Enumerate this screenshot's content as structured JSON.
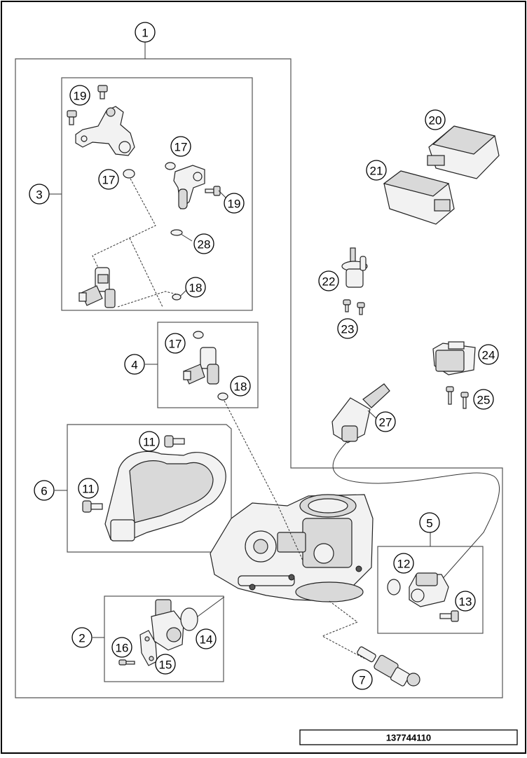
{
  "diagram": {
    "figure_id": "137744110",
    "callouts": [
      {
        "id": "c1",
        "label": "1"
      },
      {
        "id": "c19a",
        "label": "19"
      },
      {
        "id": "c17a",
        "label": "17"
      },
      {
        "id": "c17b",
        "label": "17"
      },
      {
        "id": "c3",
        "label": "3"
      },
      {
        "id": "c19b",
        "label": "19"
      },
      {
        "id": "c28",
        "label": "28"
      },
      {
        "id": "c18a",
        "label": "18"
      },
      {
        "id": "c20",
        "label": "20"
      },
      {
        "id": "c21",
        "label": "21"
      },
      {
        "id": "c22",
        "label": "22"
      },
      {
        "id": "c23",
        "label": "23"
      },
      {
        "id": "c17c",
        "label": "17"
      },
      {
        "id": "c4",
        "label": "4"
      },
      {
        "id": "c18b",
        "label": "18"
      },
      {
        "id": "c24",
        "label": "24"
      },
      {
        "id": "c25",
        "label": "25"
      },
      {
        "id": "c27",
        "label": "27"
      },
      {
        "id": "c11a",
        "label": "11"
      },
      {
        "id": "c6",
        "label": "6"
      },
      {
        "id": "c11b",
        "label": "11"
      },
      {
        "id": "c5",
        "label": "5"
      },
      {
        "id": "c12",
        "label": "12"
      },
      {
        "id": "c13",
        "label": "13"
      },
      {
        "id": "c2",
        "label": "2"
      },
      {
        "id": "c14",
        "label": "14"
      },
      {
        "id": "c16",
        "label": "16"
      },
      {
        "id": "c15",
        "label": "15"
      },
      {
        "id": "c7",
        "label": "7"
      }
    ]
  }
}
